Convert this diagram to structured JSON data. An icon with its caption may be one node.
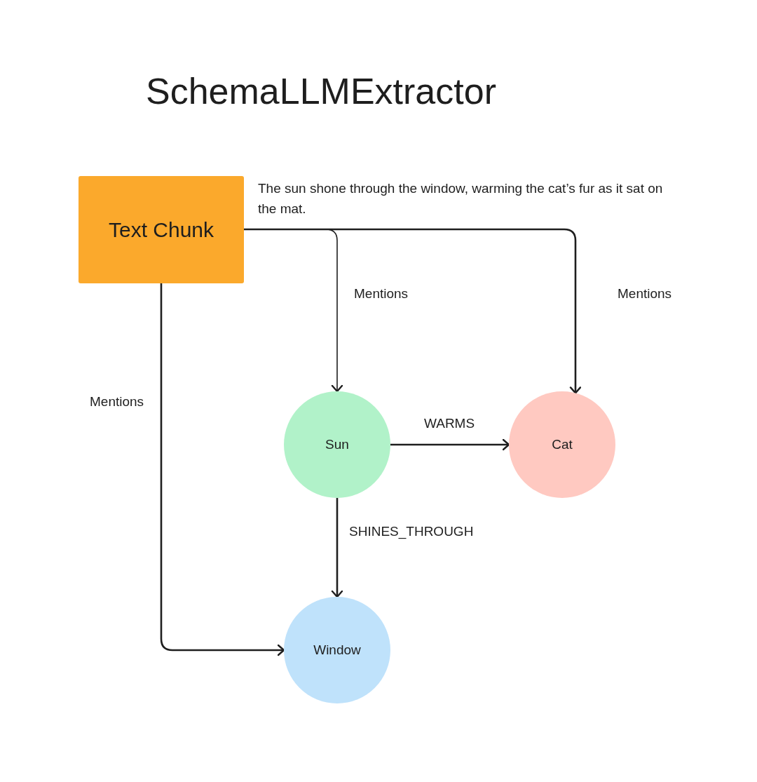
{
  "diagram": {
    "title": "SchemaLLMExtractor",
    "nodes": [
      {
        "text": [
          "Text Chunk"
        ],
        "beside": [
          "The sun shone through the window, warming the cat’s fur as it sat on the mat."
        ]
      },
      {
        "text": [
          "Sun"
        ]
      },
      {
        "text": [
          "Cat"
        ]
      },
      {
        "text": [
          "Window"
        ]
      }
    ],
    "edges": [
      {
        "from": 0,
        "to": 1,
        "arrow": "to",
        "label": "Mentions"
      },
      {
        "from": 0,
        "to": 2,
        "arrow": "to",
        "label": "Mentions"
      },
      {
        "from": 0,
        "to": 3,
        "arrow": "to",
        "label": "Mentions"
      },
      {
        "from": 1,
        "to": 2,
        "arrow": "to",
        "label": "WARMS"
      },
      {
        "from": 1,
        "to": 3,
        "arrow": "to",
        "label": "SHINES_THROUGH"
      }
    ]
  }
}
